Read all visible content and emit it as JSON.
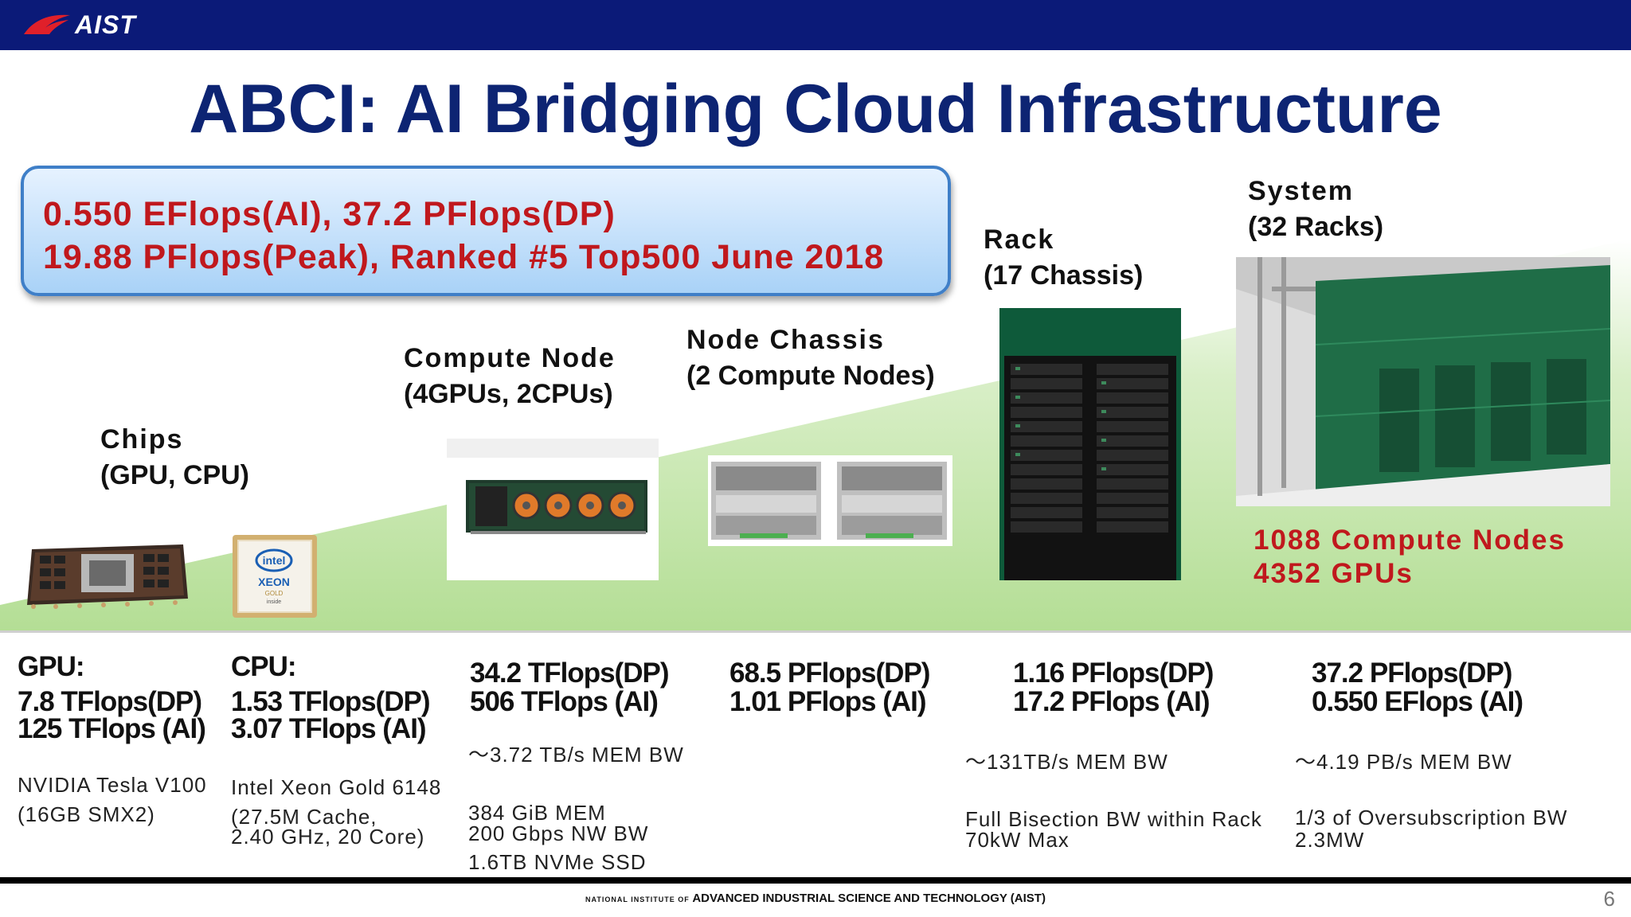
{
  "header": {
    "logo_text": "AIST"
  },
  "title": "ABCI: AI Bridging Cloud Infrastructure",
  "callout": {
    "line1": "0.550 EFlops(AI), 37.2 PFlops(DP)",
    "line2": "19.88 PFlops(Peak), Ranked #5 Top500 June 2018"
  },
  "stages": [
    {
      "title": "Chips",
      "subtitle": "(GPU, CPU)"
    },
    {
      "title": "Compute Node",
      "subtitle": "(4GPUs, 2CPUs)"
    },
    {
      "title": "Node Chassis",
      "subtitle": "(2 Compute Nodes)"
    },
    {
      "title": "Rack",
      "subtitle": "(17 Chassis)"
    },
    {
      "title": "System",
      "subtitle": "(32 Racks)"
    }
  ],
  "system_summary": {
    "line1": "1088 Compute Nodes",
    "line2": "4352 GPUs"
  },
  "columns": [
    {
      "heading": "GPU:",
      "perf1": "7.8 TFlops(DP)",
      "perf2": "125 TFlops (AI)",
      "detail1": "NVIDIA Tesla V100",
      "detail2": " (16GB SMX2)"
    },
    {
      "heading": "CPU:",
      "perf1": "1.53 TFlops(DP)",
      "perf2": "3.07 TFlops (AI)",
      "detail1": "Intel Xeon Gold 6148",
      "detail2": "(27.5M Cache,",
      "detail3": "2.40 GHz, 20 Core)"
    },
    {
      "perf1": "34.2 TFlops(DP)",
      "perf2": "506 TFlops (AI)",
      "membw": "～3.72 TB/s MEM BW",
      "detail1": "384 GiB MEM",
      "detail2": "200 Gbps NW BW",
      "detail3": "1.6TB NVMe SSD"
    },
    {
      "perf1": "68.5 PFlops(DP)",
      "perf2": "1.01 PFlops (AI)"
    },
    {
      "perf1": "1.16 PFlops(DP)",
      "perf2": "17.2 PFlops (AI)",
      "membw": "～131TB/s MEM BW",
      "detail1": "Full Bisection BW within Rack",
      "detail2": "70kW Max"
    },
    {
      "perf1": "37.2 PFlops(DP)",
      "perf2": "0.550 EFlops (AI)",
      "membw": "～4.19 PB/s MEM BW",
      "detail1": "1/3 of Oversubscription BW",
      "detail2": "2.3MW"
    }
  ],
  "chip_labels": {
    "intel": "intel",
    "xeon": "XEON",
    "gold": "GOLD",
    "inside": "inside"
  },
  "footer": {
    "prefix": "NATIONAL INSTITUTE OF",
    "text": "ADVANCED INDUSTRIAL SCIENCE AND TECHNOLOGY (AIST)"
  },
  "page_number": "6",
  "colors": {
    "header_bar": "#0b1a78",
    "title": "#0d2473",
    "highlight_red": "#c0181d",
    "callout_border": "#3f7fc8",
    "green_ramp": "#9fd07a"
  }
}
